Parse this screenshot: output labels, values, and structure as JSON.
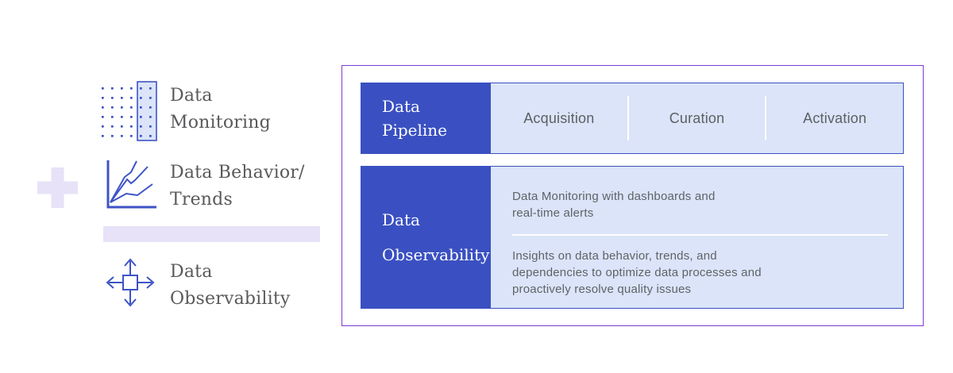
{
  "colors": {
    "dark_blue": "#3A50C2",
    "light_blue_fill": "#DBE4F8",
    "icon_blue": "#3E53C6",
    "lavender": "#E7E2F7",
    "purple_border": "#7B3BD2",
    "legend_text_gray": "#58595B",
    "body_text_gray": "#5F6368"
  },
  "legend": {
    "plus_symbol": "plus",
    "items": [
      {
        "icon": "dot-grid-highlight-icon",
        "label": "Data\nMonitoring"
      },
      {
        "icon": "trend-chart-icon",
        "label": "Data Behavior/\nTrends"
      },
      {
        "icon": "move-arrows-icon",
        "label": "Data\nObservability"
      }
    ]
  },
  "panel": {
    "rows": [
      {
        "header": "Data\nPipeline",
        "stages": [
          "Acquisition",
          "Curation",
          "Activation"
        ]
      },
      {
        "header": "Data\nObservability",
        "descriptions": [
          "Data Monitoring with dashboards and\nreal-time alerts",
          "Insights on data behavior, trends, and\ndependencies to optimize data processes and\nproactively resolve quality issues"
        ]
      }
    ]
  }
}
